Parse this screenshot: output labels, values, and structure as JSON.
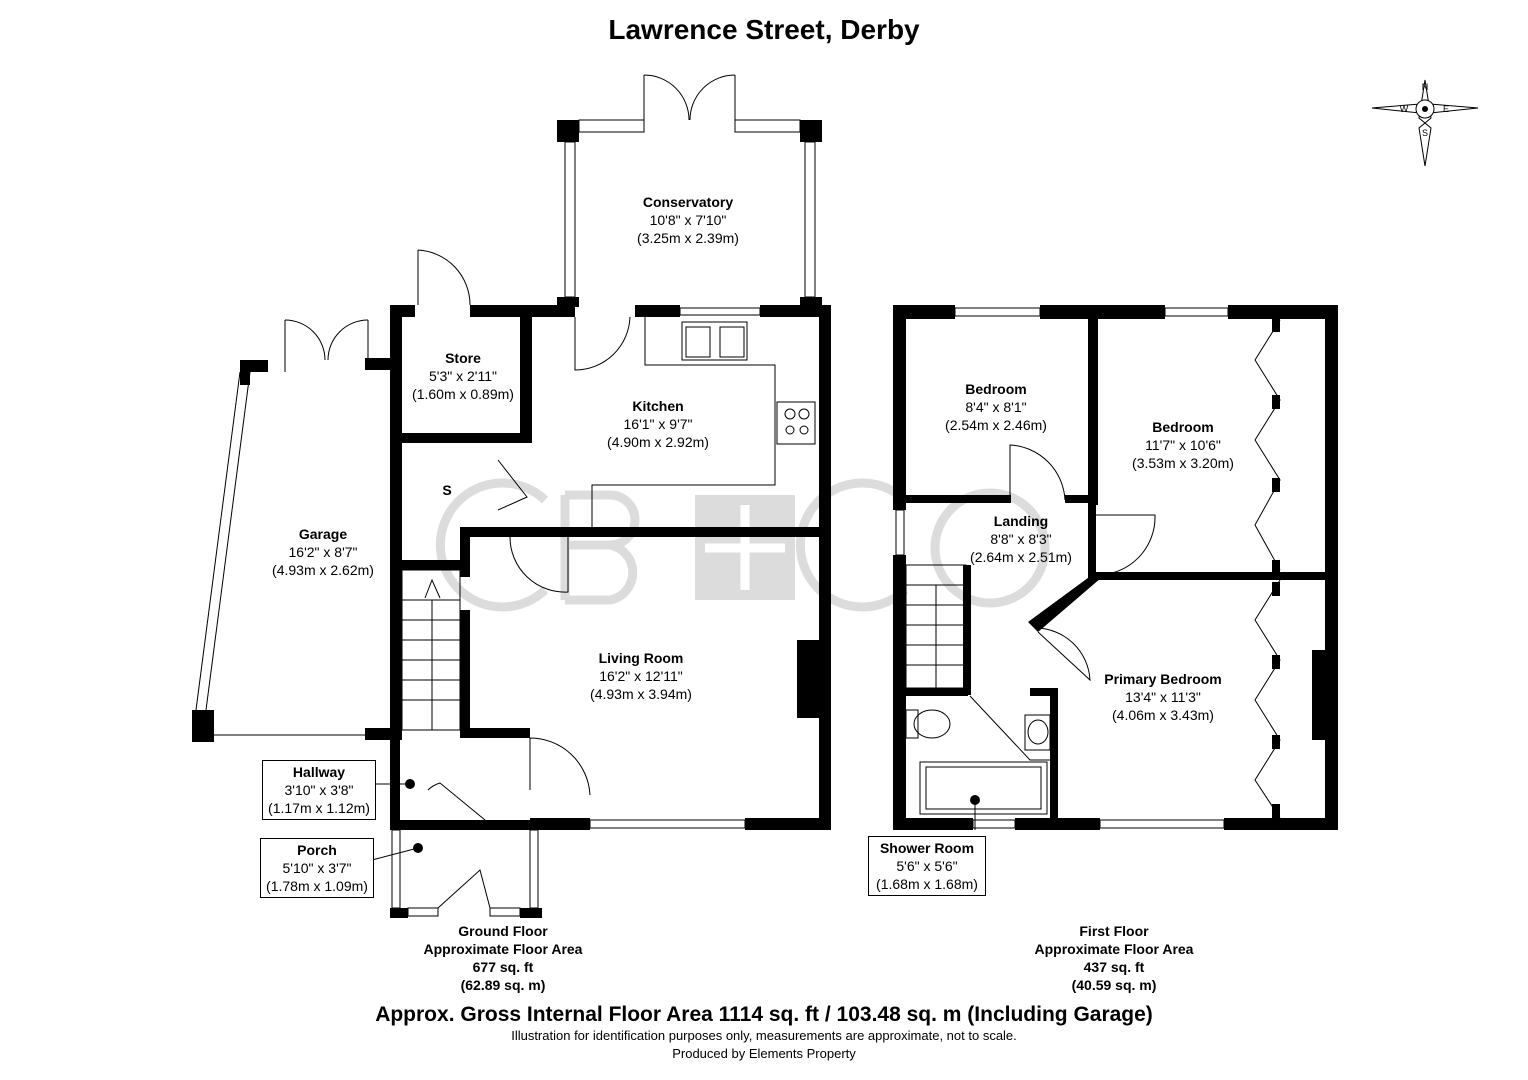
{
  "title": "Lawrence Street, Derby",
  "watermark": "CB+CO",
  "rooms": {
    "conservatory": {
      "name": "Conservatory",
      "imperial": "10'8\" x 7'10\"",
      "metric": "(3.25m x 2.39m)"
    },
    "store": {
      "name": "Store",
      "imperial": "5'3\" x 2'11\"",
      "metric": "(1.60m x 0.89m)"
    },
    "kitchen": {
      "name": "Kitchen",
      "imperial": "16'1\" x 9'7\"",
      "metric": "(4.90m x 2.92m)"
    },
    "garage": {
      "name": "Garage",
      "imperial": "16'2\" x 8'7\"",
      "metric": "(4.93m x 2.62m)"
    },
    "living": {
      "name": "Living Room",
      "imperial": "16'2\" x 12'11\"",
      "metric": "(4.93m x 3.94m)"
    },
    "hallway": {
      "name": "Hallway",
      "imperial": "3'10\" x 3'8\"",
      "metric": "(1.17m x 1.12m)"
    },
    "porch": {
      "name": "Porch",
      "imperial": "5'10\" x 3'7\"",
      "metric": "(1.78m x 1.09m)"
    },
    "storage_s": {
      "name": "S"
    },
    "bedroom1": {
      "name": "Bedroom",
      "imperial": "8'4\" x 8'1\"",
      "metric": "(2.54m x 2.46m)"
    },
    "bedroom2": {
      "name": "Bedroom",
      "imperial": "11'7\" x 10'6\"",
      "metric": "(3.53m x 3.20m)"
    },
    "landing": {
      "name": "Landing",
      "imperial": "8'8\" x 8'3\"",
      "metric": "(2.64m x 2.51m)"
    },
    "primary": {
      "name": "Primary Bedroom",
      "imperial": "13'4\" x 11'3\"",
      "metric": "(4.06m x 3.43m)"
    },
    "shower": {
      "name": "Shower Room",
      "imperial": "5'6\" x 5'6\"",
      "metric": "(1.68m x 1.68m)"
    }
  },
  "floors": {
    "ground": {
      "line1": "Ground Floor",
      "line2": "Approximate Floor Area",
      "line3": "677 sq. ft",
      "line4": "(62.89 sq. m)"
    },
    "first": {
      "line1": "First Floor",
      "line2": "Approximate Floor Area",
      "line3": "437 sq. ft",
      "line4": "(40.59 sq. m)"
    }
  },
  "footer": {
    "gross": "Approx. Gross Internal Floor Area 1114 sq. ft / 103.48 sq. m (Including Garage)",
    "disclaimer": "Illustration for identification purposes only, measurements are approximate, not to scale.",
    "producer": "Produced by Elements Property"
  },
  "compass": {
    "n": "N",
    "s": "S",
    "e": "E",
    "w": "W"
  },
  "colors": {
    "wall": "#000000",
    "watermark": "#d9d9d9",
    "fixture": "#888888"
  }
}
